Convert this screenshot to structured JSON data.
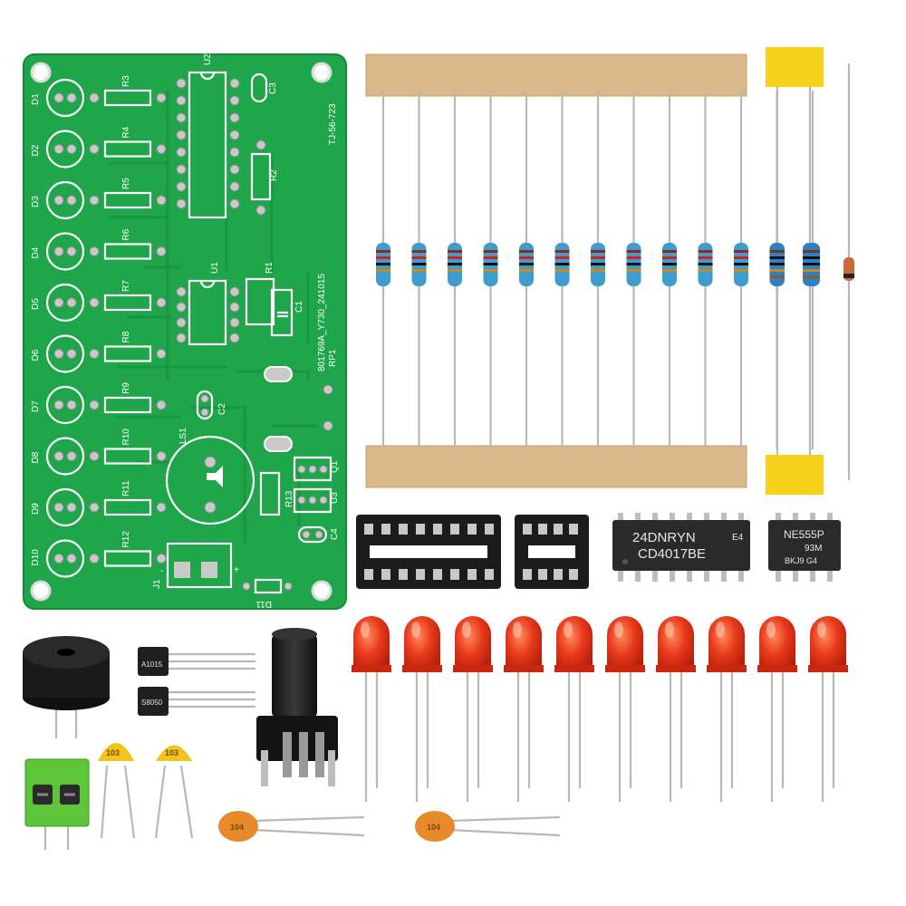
{
  "pcb": {
    "board_label": "801769A_Y730_241015",
    "corner_code": "TJ-56-723",
    "led_labels": [
      "D1",
      "D2",
      "D3",
      "D4",
      "D5",
      "D6",
      "D7",
      "D8",
      "D9",
      "D10"
    ],
    "resistor_labels": [
      "R3",
      "R4",
      "R5",
      "R6",
      "R7",
      "R8",
      "R9",
      "R10",
      "R11",
      "R12"
    ],
    "other_labels": {
      "u2": "U2",
      "u1": "U1",
      "c3": "C3",
      "r2": "R2",
      "r1": "R1",
      "c1": "C1",
      "rp1": "RP1",
      "c2": "C2",
      "ls1": "LS1",
      "q1": "Q1",
      "r13": "R13",
      "u3": "U3",
      "c4": "C4",
      "j1": "J1",
      "d11": "D11",
      "plus": "+",
      "minus": "-"
    },
    "colors": {
      "board": "#1fa64a",
      "silk": "#ffffff",
      "pad": "#c9c9c9"
    }
  },
  "chips": {
    "cd4017": {
      "line1": "24DNRYN",
      "suffix": "E4",
      "line2": "CD4017BE"
    },
    "ne555": {
      "line1": "NE555P",
      "line2": "93M",
      "line3": "BKJ9 G4"
    }
  },
  "transistors": {
    "top": "A1015",
    "bottom": "S8050"
  },
  "caps": {
    "ceramic_small": "103",
    "ceramic_small_2": "103",
    "disc_1": "104",
    "disc_2": "104"
  },
  "parts": {
    "resistor_count": 13,
    "led_count": 10,
    "led_color": "#e83a1c",
    "tape_color": "#d9b98a",
    "yellow_tab": "#f7d21c"
  }
}
